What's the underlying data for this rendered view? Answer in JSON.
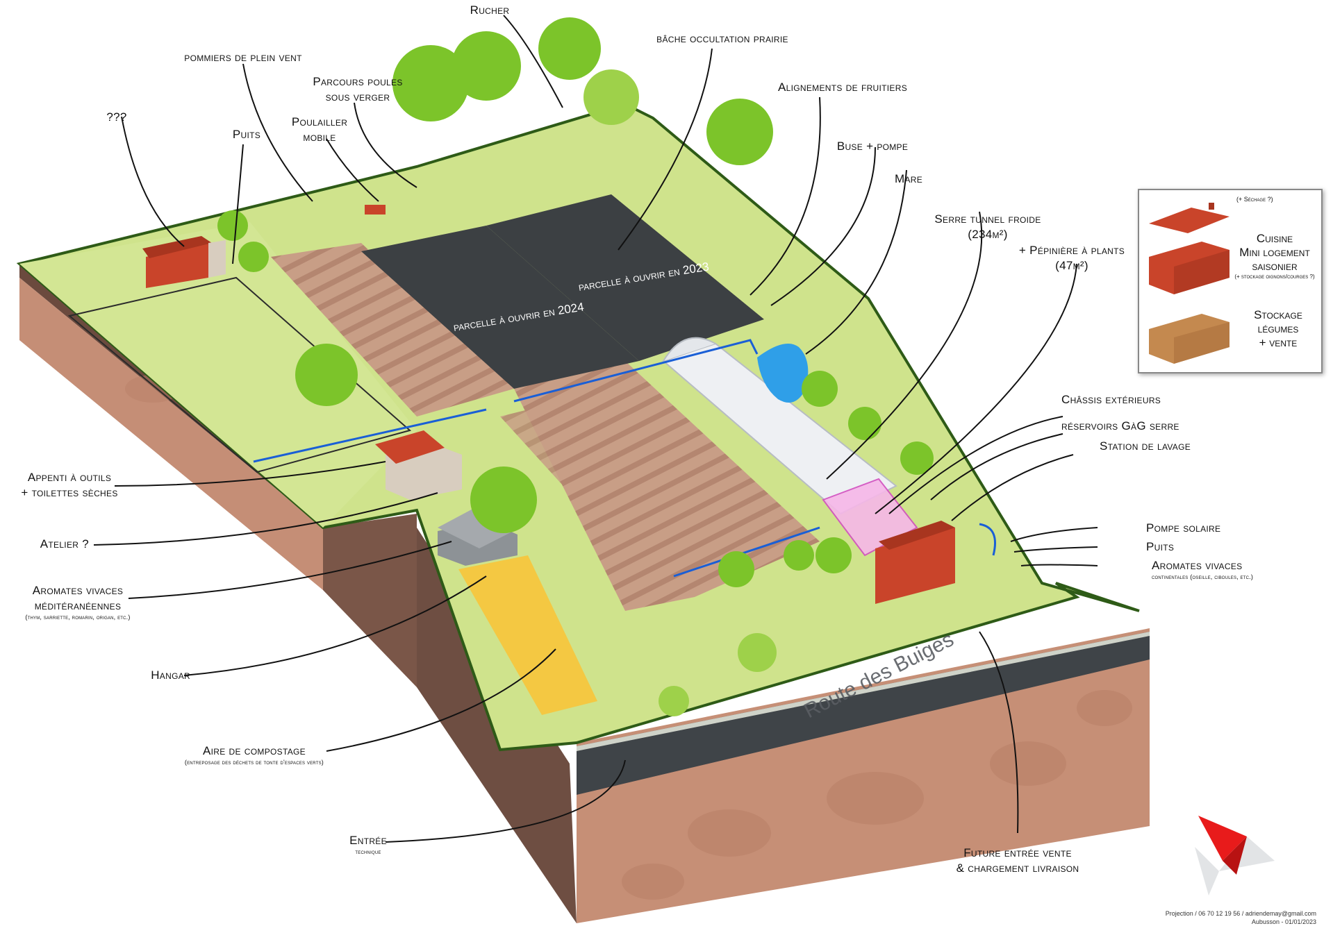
{
  "labels": {
    "rucher": "Rucher",
    "bache": "bâche occultation prairie",
    "pommiers": "pommiers de plein vent",
    "parcours_1": "Parcours poules",
    "parcours_2": "sous verger",
    "poulailler_1": "Poulailler",
    "poulailler_2": "mobile",
    "puits_top": "Puits",
    "unknown": "???",
    "alignements": "Alignements de fruitiers",
    "buse": "Buse + pompe",
    "mare": "Mare",
    "serre_1": "Serre tunnel froide",
    "serre_2": "(234m²)",
    "pepiniere_1": "+ Pépinière à plants",
    "pepiniere_2": "(47m²)",
    "chassis": "Châssis extérieurs",
    "reservoirs": "réservoirs GàG serre",
    "station": "Station de lavage",
    "pompe_solaire": "Pompe solaire",
    "puits_right": "Puits",
    "aromates_viv": "Aromates vivaces",
    "aromates_viv_sub": "continentales (oseille, ciboules, etc.)",
    "appenti_1": "Appenti à outils",
    "appenti_2": "+ toilettes sèches",
    "atelier": "Atelier ?",
    "aromates_med_1": "Aromates vivaces",
    "aromates_med_2": "méditéranéennes",
    "aromates_med_sub": "(thym, sarriette, romarin, origan, etc.)",
    "hangar": "Hangar",
    "compost": "Aire de compostage",
    "compost_sub": "(entreposage des déchets de tonte d'espaces verts)",
    "entree": "Entrée",
    "entree_sub": "technique",
    "future_1": "Future entrée vente",
    "future_2": "& chargement livraison",
    "parcelle_2023": "parcelle à ouvrir en 2023",
    "parcelle_2024": "parcelle à ouvrir en 2024",
    "road": "Route des Buiges"
  },
  "legend": {
    "sechage": "(+ Séchage ?)",
    "cuisine_1": "Cuisine",
    "cuisine_2": "Mini logement",
    "cuisine_3": "saisonier",
    "cuisine_sub": "(+ stockage oignons/courges ?)",
    "stockage_1": "Stockage",
    "stockage_2": "légumes",
    "stockage_3": "+ vente"
  },
  "credit": {
    "line1": "Projection / 06 70 12 19 56 / adriendemay@gmail.com",
    "line2": "Aubusson - 01/01/2023"
  },
  "colors": {
    "grass": "#cfe38c",
    "grass_edge": "#2e5b17",
    "soil_side": "#c68f76",
    "soil_dark": "#6b4a3e",
    "plots": "#3c4043",
    "beds": "#c79e85",
    "road": "#3f4448",
    "tree": "#7cc42a",
    "roof": "#c9442a",
    "pond": "#2f9fe8",
    "compost": "#f4c842"
  }
}
